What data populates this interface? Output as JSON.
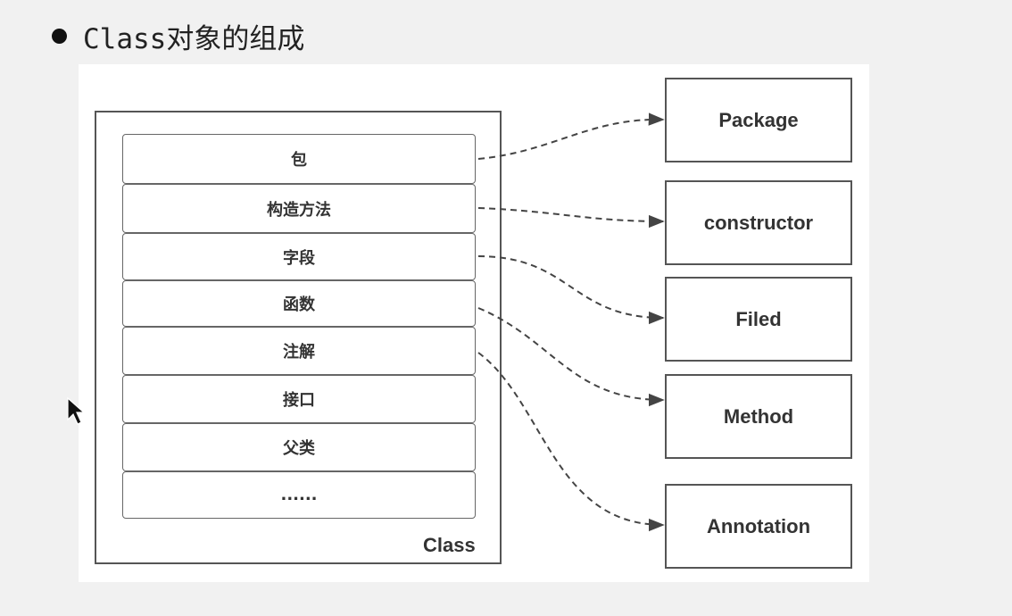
{
  "title": "Class对象的组成",
  "class_box": {
    "label": "Class",
    "members": [
      "包",
      "构造方法",
      "字段",
      "函数",
      "注解",
      "接口",
      "父类",
      "......"
    ]
  },
  "targets": [
    "Package",
    "constructor",
    "Filed",
    "Method",
    "Annotation"
  ],
  "links": [
    {
      "from": "包",
      "to": "Package"
    },
    {
      "from": "构造方法",
      "to": "constructor"
    },
    {
      "from": "字段",
      "to": "Filed"
    },
    {
      "from": "函数",
      "to": "Method"
    },
    {
      "from": "注解",
      "to": "Annotation"
    }
  ]
}
